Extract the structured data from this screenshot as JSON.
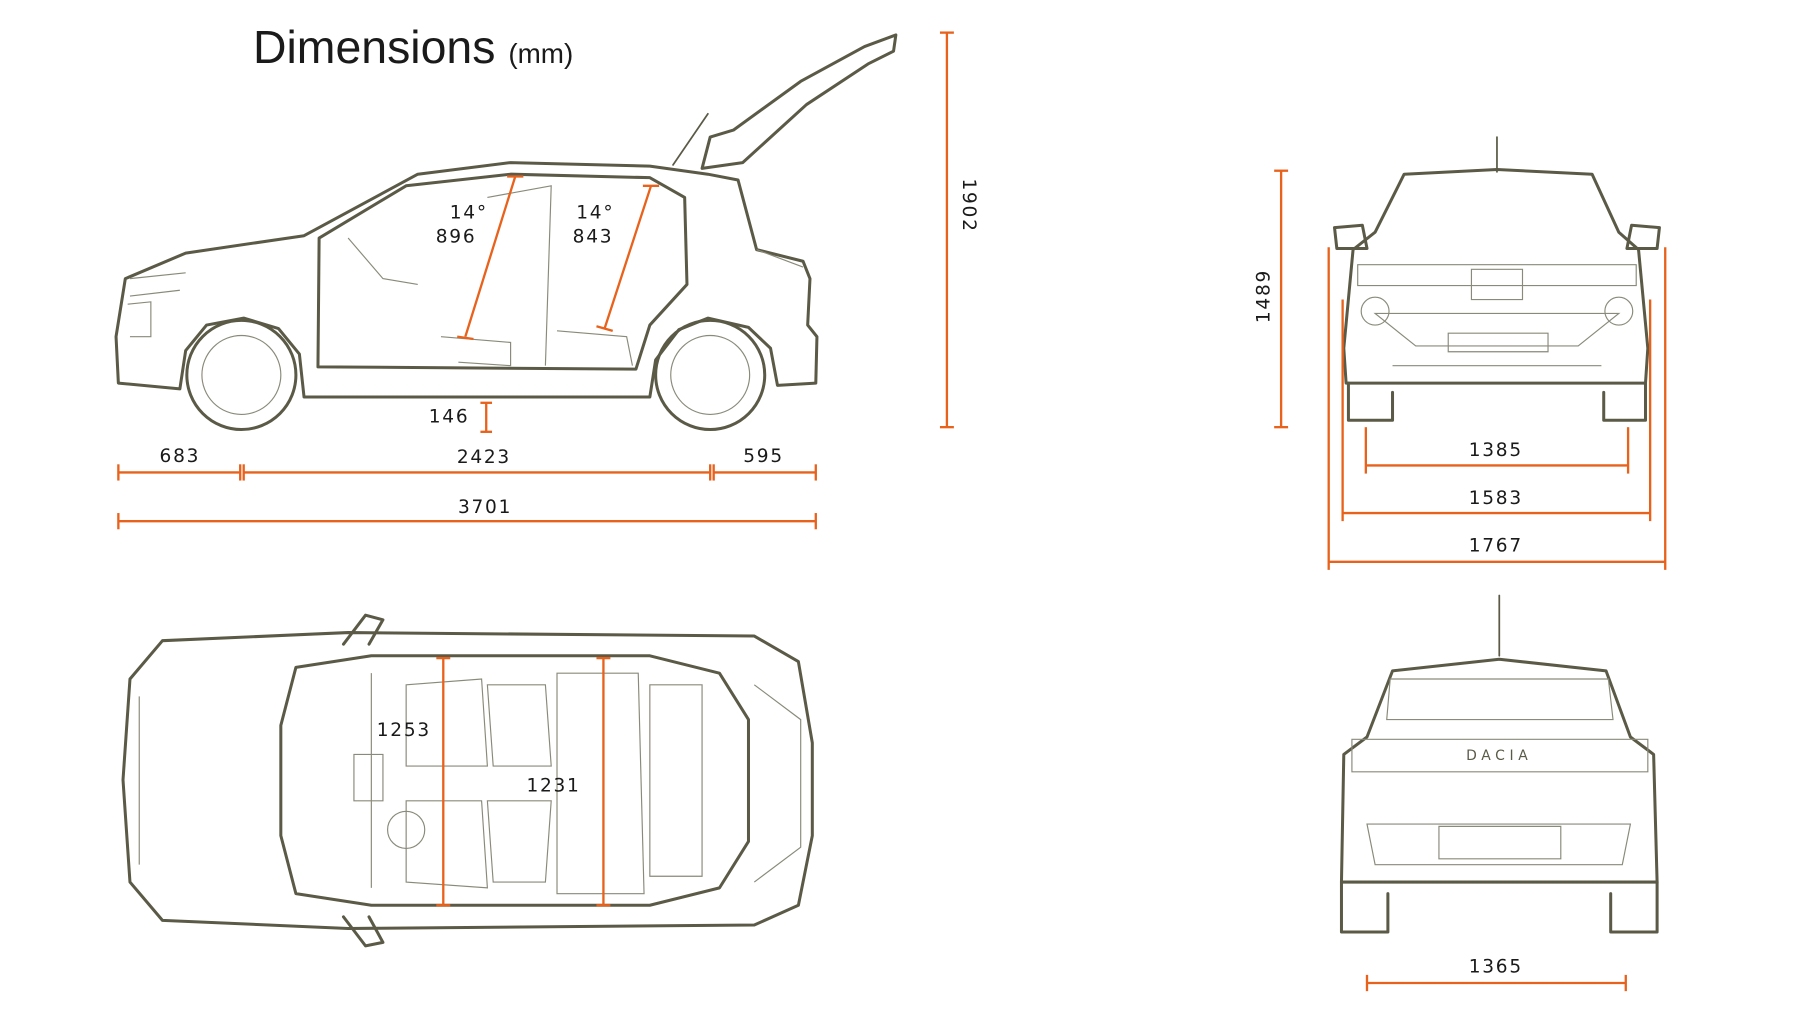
{
  "title": "Dimensions",
  "unit": "(mm)",
  "side_view": {
    "front_overhang": "683",
    "wheelbase": "2423",
    "rear_overhang": "595",
    "overall_length": "3701",
    "ground_clearance": "146",
    "height_tailgate_open": "1902",
    "front_seat_angle": "14°",
    "front_headroom": "896",
    "rear_seat_angle": "14°",
    "rear_headroom": "843"
  },
  "front_view": {
    "height": "1489",
    "front_track": "1385",
    "width_without_mirrors": "1583",
    "width_with_mirrors": "1767"
  },
  "top_view": {
    "front_elbow_width": "1253",
    "rear_elbow_width": "1231"
  },
  "rear_view": {
    "rear_track": "1365",
    "badge": "DACIA"
  },
  "colors": {
    "dimension": "#e8621c",
    "outline": "#5b5a47"
  }
}
